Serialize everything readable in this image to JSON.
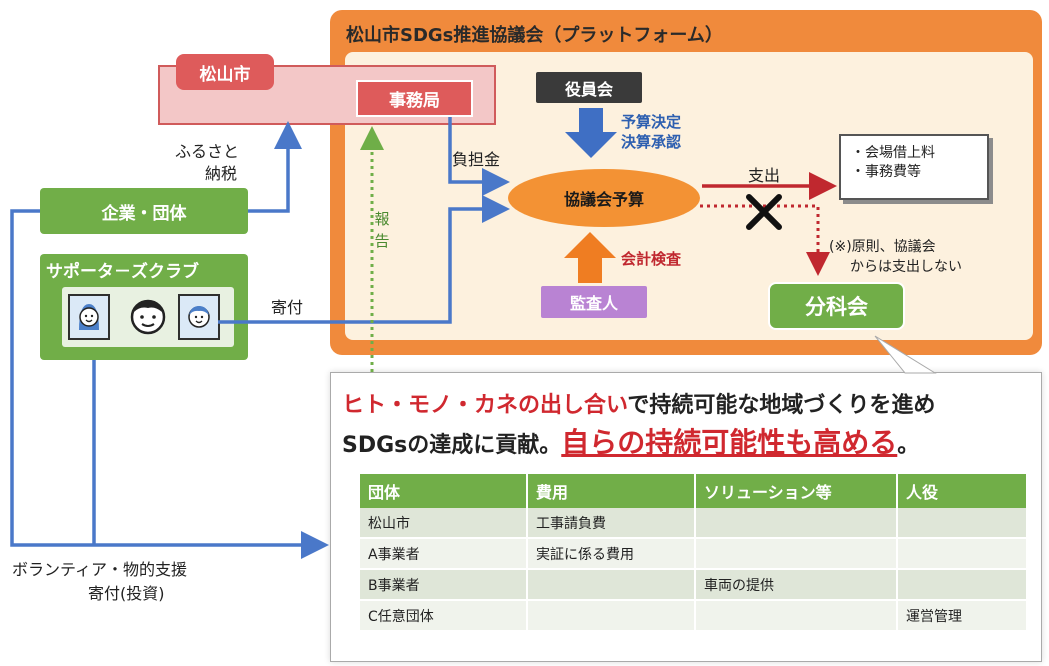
{
  "platform": {
    "title": "松山市SDGs推進協議会（プラットフォーム）"
  },
  "city": {
    "name": "松山市",
    "secretariat": "事務局"
  },
  "board": "役員会",
  "budget_decision": [
    "予算決定",
    "決算承認"
  ],
  "futan": "負担金",
  "report": "報告",
  "council_budget": "協議会予算",
  "audit_label": "会計検査",
  "auditor": "監査人",
  "expenditure_label": "支出",
  "expense_items": [
    "・会場借上料",
    "・事務費等"
  ],
  "no_expense_note": [
    "(※)原則、協議会",
    "からは支出しない"
  ],
  "subcommittee": "分科会",
  "furusato": [
    "ふるさと",
    "納税"
  ],
  "companies": "企業・団体",
  "supporters_club": "サポータ－ズクラブ",
  "donation": "寄付",
  "volunteer_support": [
    "ボランティア・物的支援",
    "寄付(投資)"
  ],
  "headline": {
    "part1_red": "ヒト・モノ・カネの出し合い",
    "part1_rest": "で持続可能な地域づくりを進め",
    "part2": "SDGsの達成に貢献。",
    "part2_emph": "自らの持続可能性も高める",
    "part2_end": "。"
  },
  "table": {
    "headers": [
      "団体",
      "費用",
      "ソリューション等",
      "人役"
    ],
    "rows": [
      [
        "松山市",
        "工事請負費",
        "",
        ""
      ],
      [
        "A事業者",
        "実証に係る費用",
        "",
        ""
      ],
      [
        "B事業者",
        "",
        "車両の提供",
        ""
      ],
      [
        "C任意団体",
        "",
        "",
        "運営管理"
      ]
    ]
  },
  "colors": {
    "orange": "#f08a3c",
    "red": "#de5b5b",
    "green": "#71ae48",
    "blue": "#4a78c9",
    "dark_red": "#c0282f"
  }
}
